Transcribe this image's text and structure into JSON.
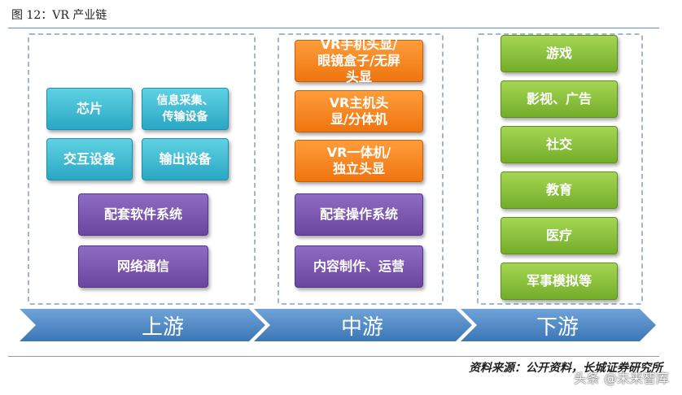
{
  "figure": {
    "title": "图 12：VR 产业链"
  },
  "upstream": {
    "stage": "上游",
    "boxes": [
      "芯片",
      "信息采集、传输设备",
      "交互设备",
      "输出设备",
      "配套软件系统",
      "网络通信"
    ]
  },
  "midstream": {
    "stage": "中游",
    "boxes": [
      "VR手机头显/眼镜盒子/无屏头显",
      "VR主机头显/分体机",
      "VR一体机/独立头显",
      "配套操作系统",
      "内容制作、运营"
    ]
  },
  "downstream": {
    "stage": "下游",
    "boxes": [
      "游戏",
      "影视、广告",
      "社交",
      "教育",
      "医疗",
      "军事模拟等"
    ]
  },
  "source": "资料来源：公开资料，长城证券研究所",
  "watermark": "头条 @未来智库",
  "colors": {
    "teal": "#2aa7c4",
    "purple": "#6a469f",
    "orange": "#ee7510",
    "green": "#73ad2a",
    "arrow": "#4a86c5"
  }
}
